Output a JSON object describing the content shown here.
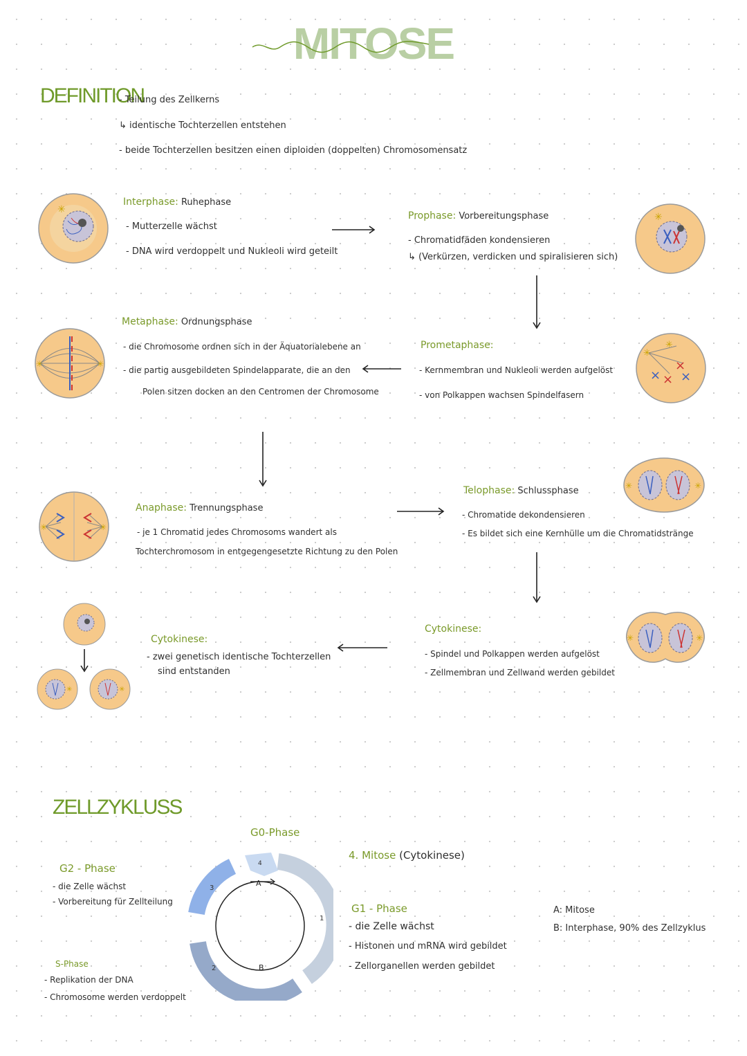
{
  "title": "MITOSE",
  "definition": {
    "heading": "DEFINITION",
    "lines": [
      "- Teilung des Zellkerns",
      "↳ identische Tochterzellen entstehen",
      "- beide Tochterzellen besitzen einen diploiden (doppelten) Chromosomensatz"
    ]
  },
  "phases": {
    "interphase": {
      "name": "Interphase:",
      "sub": "Ruhephase",
      "lines": [
        "- Mutterzelle wächst",
        "- DNA wird verdoppelt und Nukleoli wird geteilt"
      ]
    },
    "prophase": {
      "name": "Prophase:",
      "sub": "Vorbereitungsphase",
      "lines": [
        "- Chromatidfäden kondensieren",
        "↳ (Verkürzen, verdicken und spiralisieren sich)"
      ]
    },
    "prometaphase": {
      "name": "Prometaphase:",
      "lines": [
        "- Kernmembran und Nukleoli werden aufgelöst",
        "- von Polkappen wachsen Spindelfasern"
      ]
    },
    "metaphase": {
      "name": "Metaphase:",
      "sub": "Ordnungsphase",
      "lines": [
        "- die Chromosome ordnen sich in der Äquatorialebene an",
        "- die partig ausgebildeten Spindelapparate, die an den",
        "Polen sitzen docken an den Centromen der Chromosome"
      ]
    },
    "anaphase": {
      "name": "Anaphase:",
      "sub": "Trennungsphase",
      "lines": [
        "- je 1 Chromatid jedes Chromosoms wandert als",
        "Tochterchromosom in entgegengesetzte Richtung zu den Polen"
      ]
    },
    "telophase": {
      "name": "Telophase:",
      "sub": "Schlussphase",
      "lines": [
        "- Chromatide dekondensieren",
        "- Es bildet sich eine Kernhülle um die Chromatidstränge"
      ]
    },
    "cytokinese_right": {
      "name": "Cytokinese:",
      "lines": [
        "- Spindel und Polkappen werden aufgelöst",
        "- Zellmembran und Zellwand werden gebildet"
      ]
    },
    "cytokinese_left": {
      "name": "Cytokinese:",
      "lines": [
        "- zwei genetisch identische Tochterzellen",
        "sind entstanden"
      ]
    }
  },
  "zellzyklus": {
    "heading": "ZELLZYKLUSS",
    "g0": "G0-Phase",
    "g2": {
      "name": "G2 - Phase",
      "lines": [
        "- die Zelle wächst",
        "- Vorbereitung für Zellteilung"
      ]
    },
    "s": {
      "name": "S-Phase",
      "lines": [
        "- Replikation der DNA",
        "- Chromosome werden verdoppelt"
      ]
    },
    "mitose": {
      "num": "4.",
      "name": "Mitose",
      "rest": "(Cytokinese)"
    },
    "g1": {
      "name": "G1 - Phase",
      "lines": [
        "- die Zelle wächst",
        "- Histonen und mRNA wird gebildet",
        "- Zellorganellen werden gebildet"
      ]
    },
    "legend": [
      "A: Mitose",
      "B: Interphase, 90% des Zellzyklus"
    ],
    "cycle_labels": {
      "n1": "1",
      "n2": "2",
      "n3": "3",
      "n4": "4",
      "a": "A",
      "b": "B"
    },
    "colors": {
      "seg1": "#c5d0de",
      "seg2": "#95a9c9",
      "seg3": "#8fb1e8",
      "seg4": "#c9daf1",
      "accent": "#6f9a2a"
    }
  }
}
